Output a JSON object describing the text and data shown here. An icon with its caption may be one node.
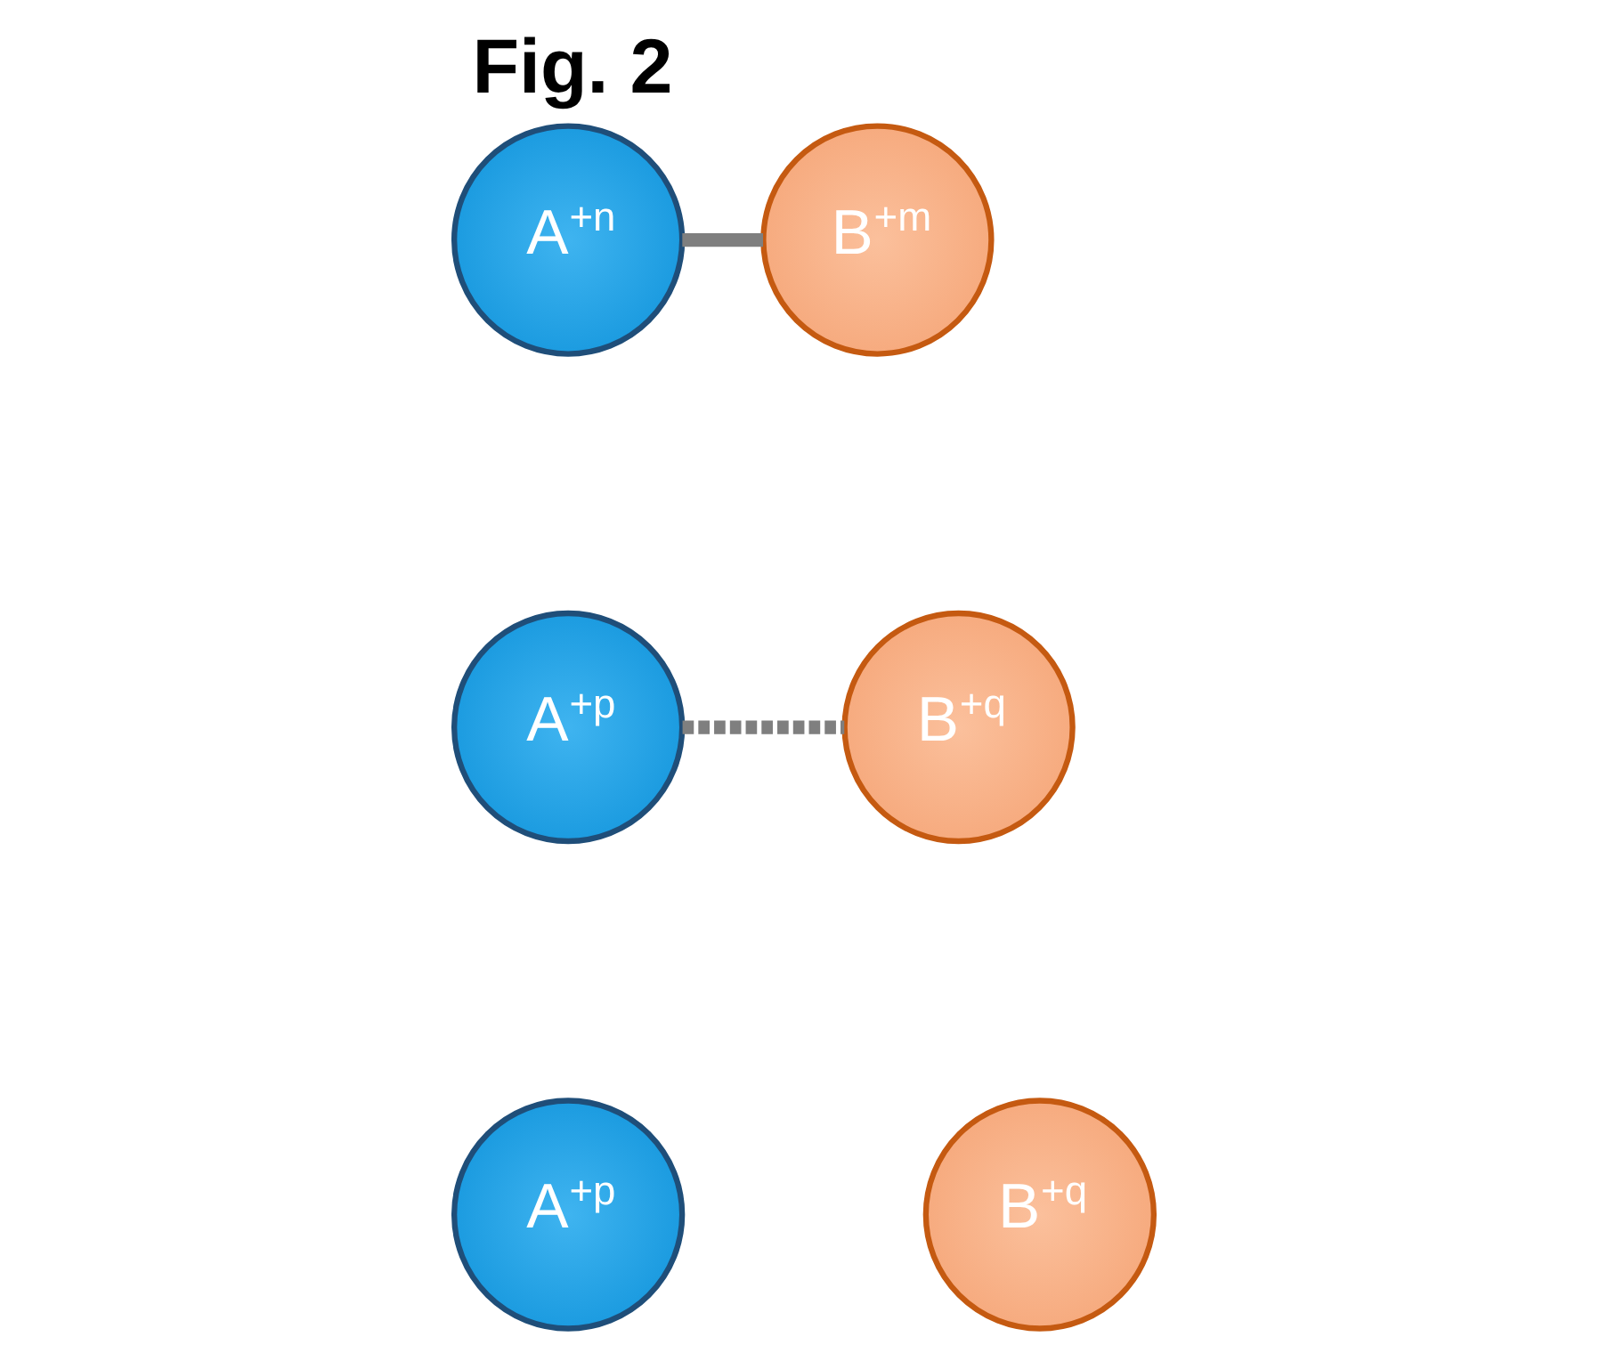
{
  "diagram": {
    "title": "Fig. 2",
    "nodes": [
      {
        "text": [
          "A$^{+n}$"
        ]
      },
      {
        "text": [
          "B$^{+m}$"
        ]
      },
      {
        "text": [
          "A$^{+p}$"
        ]
      },
      {
        "text": [
          "B$^{+q}$"
        ]
      },
      {
        "text": [
          "A$^{+p}$"
        ]
      },
      {
        "text": [
          "B$^{+q}$"
        ]
      }
    ],
    "edges": [
      {
        "from": 0,
        "to": 1,
        "arrow": "none"
      },
      {
        "from": 2,
        "to": 3,
        "arrow": "none",
        "style": "dashed"
      }
    ]
  }
}
